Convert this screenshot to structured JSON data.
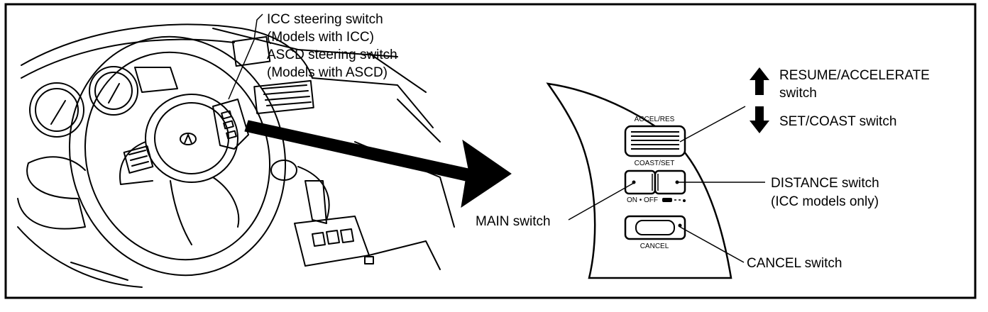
{
  "callouts": {
    "steering_line1": "ICC steering switch",
    "steering_line2": "(Models with ICC)",
    "steering_line3": "ASCD steering switch",
    "steering_line4": "(Models with ASCD)",
    "resume_line1": "RESUME/ACCELERATE",
    "resume_line2": "switch",
    "set_coast": "SET/COAST switch",
    "distance_line1": "DISTANCE switch",
    "distance_line2": "(ICC models only)",
    "main": "MAIN switch",
    "cancel": "CANCEL switch"
  },
  "panel_labels": {
    "accel_res": "ACCEL/RES",
    "coast_set": "COAST/SET",
    "on_off": "ON • OFF",
    "cancel": "CANCEL"
  },
  "icons": [
    "up-arrow-icon",
    "down-arrow-icon",
    "infiniti-logo-icon",
    "distance-car-icon"
  ]
}
